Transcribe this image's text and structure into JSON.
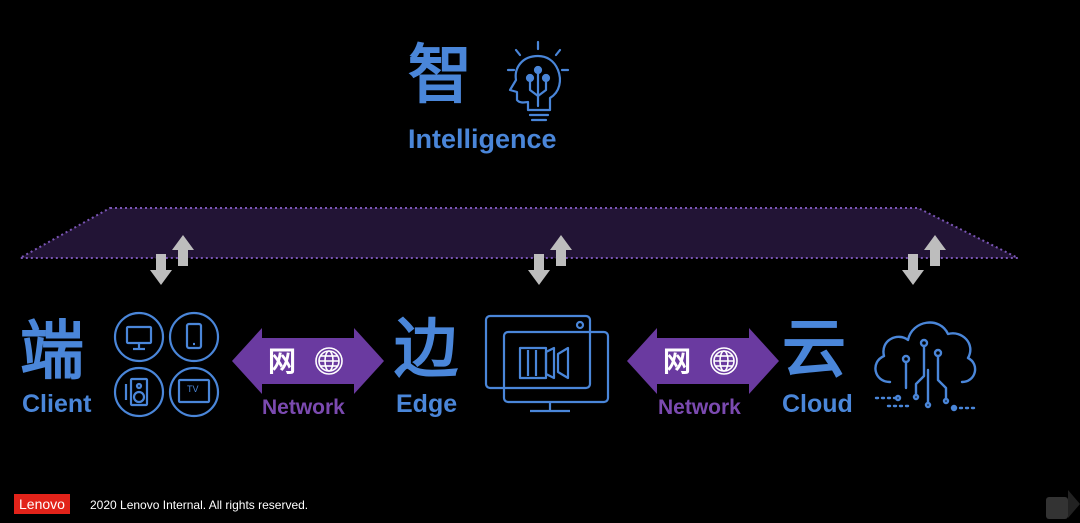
{
  "intelligence": {
    "cn": "智",
    "en": "Intelligence"
  },
  "client": {
    "cn": "端",
    "en": "Client",
    "tv_label": "TV"
  },
  "edge": {
    "cn": "边",
    "en": "Edge"
  },
  "cloud": {
    "cn": "云",
    "en": "Cloud"
  },
  "network_left": {
    "cn": "网",
    "en": "Network"
  },
  "network_right": {
    "cn": "网",
    "en": "Network"
  },
  "footer": {
    "logo": "Lenovo",
    "copyright": "2020 Lenovo Internal. All rights reserved."
  },
  "colors": {
    "blue": "#4a86d9",
    "purple": "#6a3aa0",
    "dark_purple": "#2a1745",
    "gray": "#bdbdbd"
  },
  "icons": [
    "lightbulb-head-icon",
    "monitor-icon",
    "phone-icon",
    "speaker-icon",
    "tv-icon",
    "globe-icon",
    "edge-server-icon",
    "cloud-circuit-icon"
  ]
}
